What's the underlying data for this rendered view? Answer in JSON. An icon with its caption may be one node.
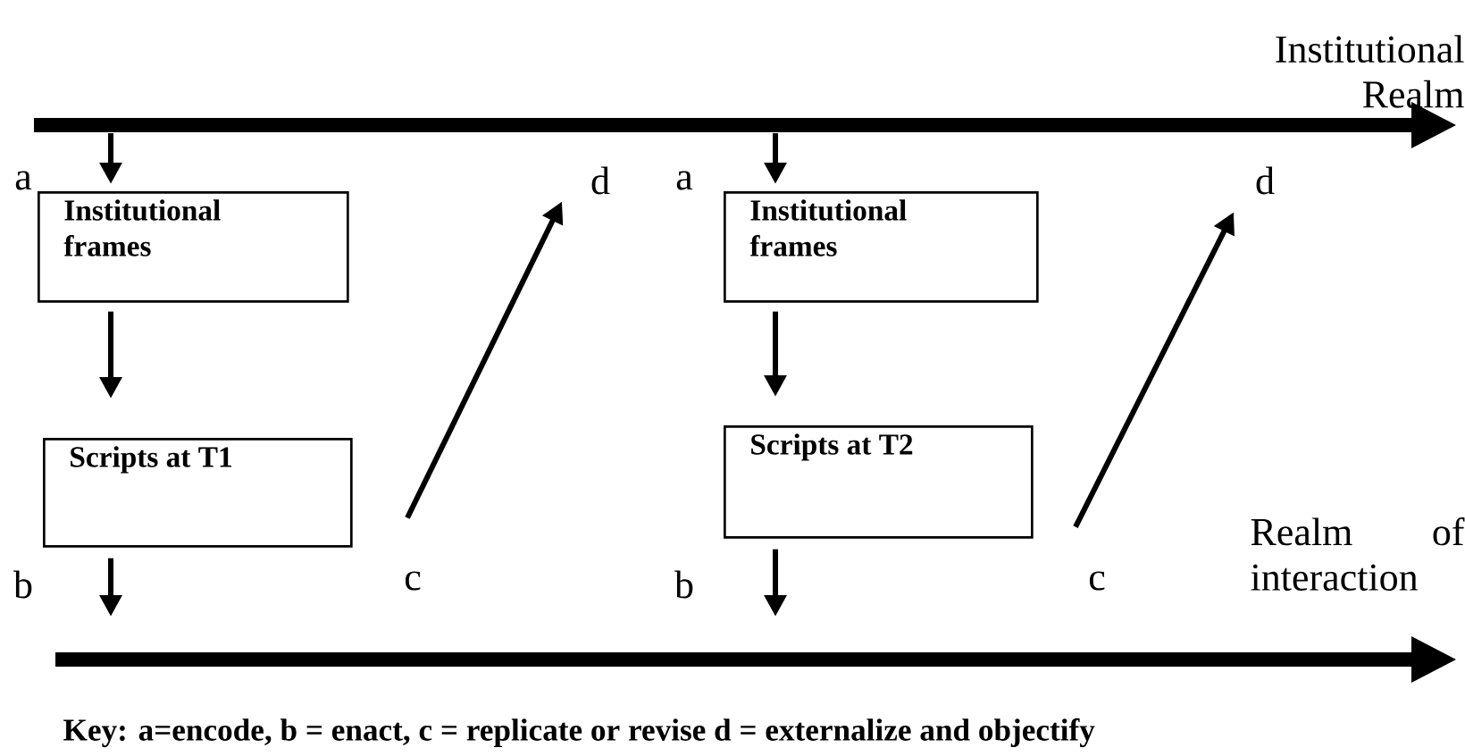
{
  "diagram": {
    "caption": "Key: a=encode, b = enact, c = replicate or revise d = externalize and objectify",
    "nodes": [
      {
        "text": [],
        "shape": "arrow",
        "beside": [
          "Institutional Realm"
        ]
      },
      {
        "text": [
          "Institutional frames"
        ]
      },
      {
        "text": [
          "d"
        ]
      },
      {
        "text": [
          "Institutional frames"
        ]
      },
      {
        "text": [
          "d"
        ]
      },
      {
        "text": [
          "Scripts at T1"
        ]
      },
      {
        "text": [
          "Scripts at T2"
        ]
      },
      {
        "text": [
          "c"
        ]
      },
      {
        "text": [
          "c"
        ]
      },
      {
        "text": [],
        "shape": "arrow",
        "beside": [
          "Realm of interaction"
        ]
      }
    ],
    "edges": [
      {
        "from": 0,
        "to": 1,
        "arrow": "to"
      },
      {
        "from": 1,
        "to": 5,
        "arrow": "to"
      },
      {
        "from": 5,
        "to": 9,
        "arrow": "to"
      },
      {
        "from": 7,
        "to": 2,
        "arrow": "to"
      },
      {
        "from": 0,
        "to": 3,
        "arrow": "to"
      },
      {
        "from": 3,
        "to": 6,
        "arrow": "to"
      },
      {
        "from": 6,
        "to": 9,
        "arrow": "to"
      },
      {
        "from": 8,
        "to": 4,
        "arrow": "to"
      }
    ],
    "labels": [
      "a",
      "a",
      "b",
      "b"
    ]
  }
}
